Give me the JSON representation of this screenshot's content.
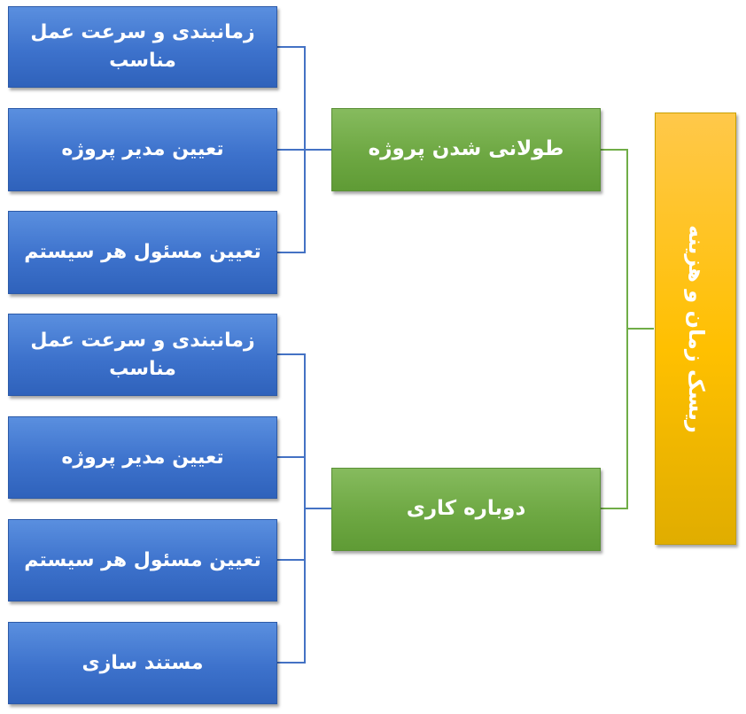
{
  "diagram": {
    "root": {
      "label": "ریسک زمان و هزینه"
    },
    "branches": [
      {
        "label": "طولانی شدن پروژه",
        "leaves": [
          "زمانبندی و سرعت عمل مناسب",
          "تعیین مدیر پروژه",
          "تعیین مسئول هر سیستم"
        ]
      },
      {
        "label": "دوباره کاری",
        "leaves": [
          "زمانبندی و سرعت عمل مناسب",
          "تعیین مدیر پروژه",
          "تعیین مسئول هر سیستم",
          "مستند سازی"
        ]
      }
    ],
    "colors": {
      "root": "#ffc000",
      "branch": "#70ad47",
      "leaf": "#4472c4",
      "branch_connector": "#70ad47",
      "leaf_connector": "#4472c4"
    }
  }
}
